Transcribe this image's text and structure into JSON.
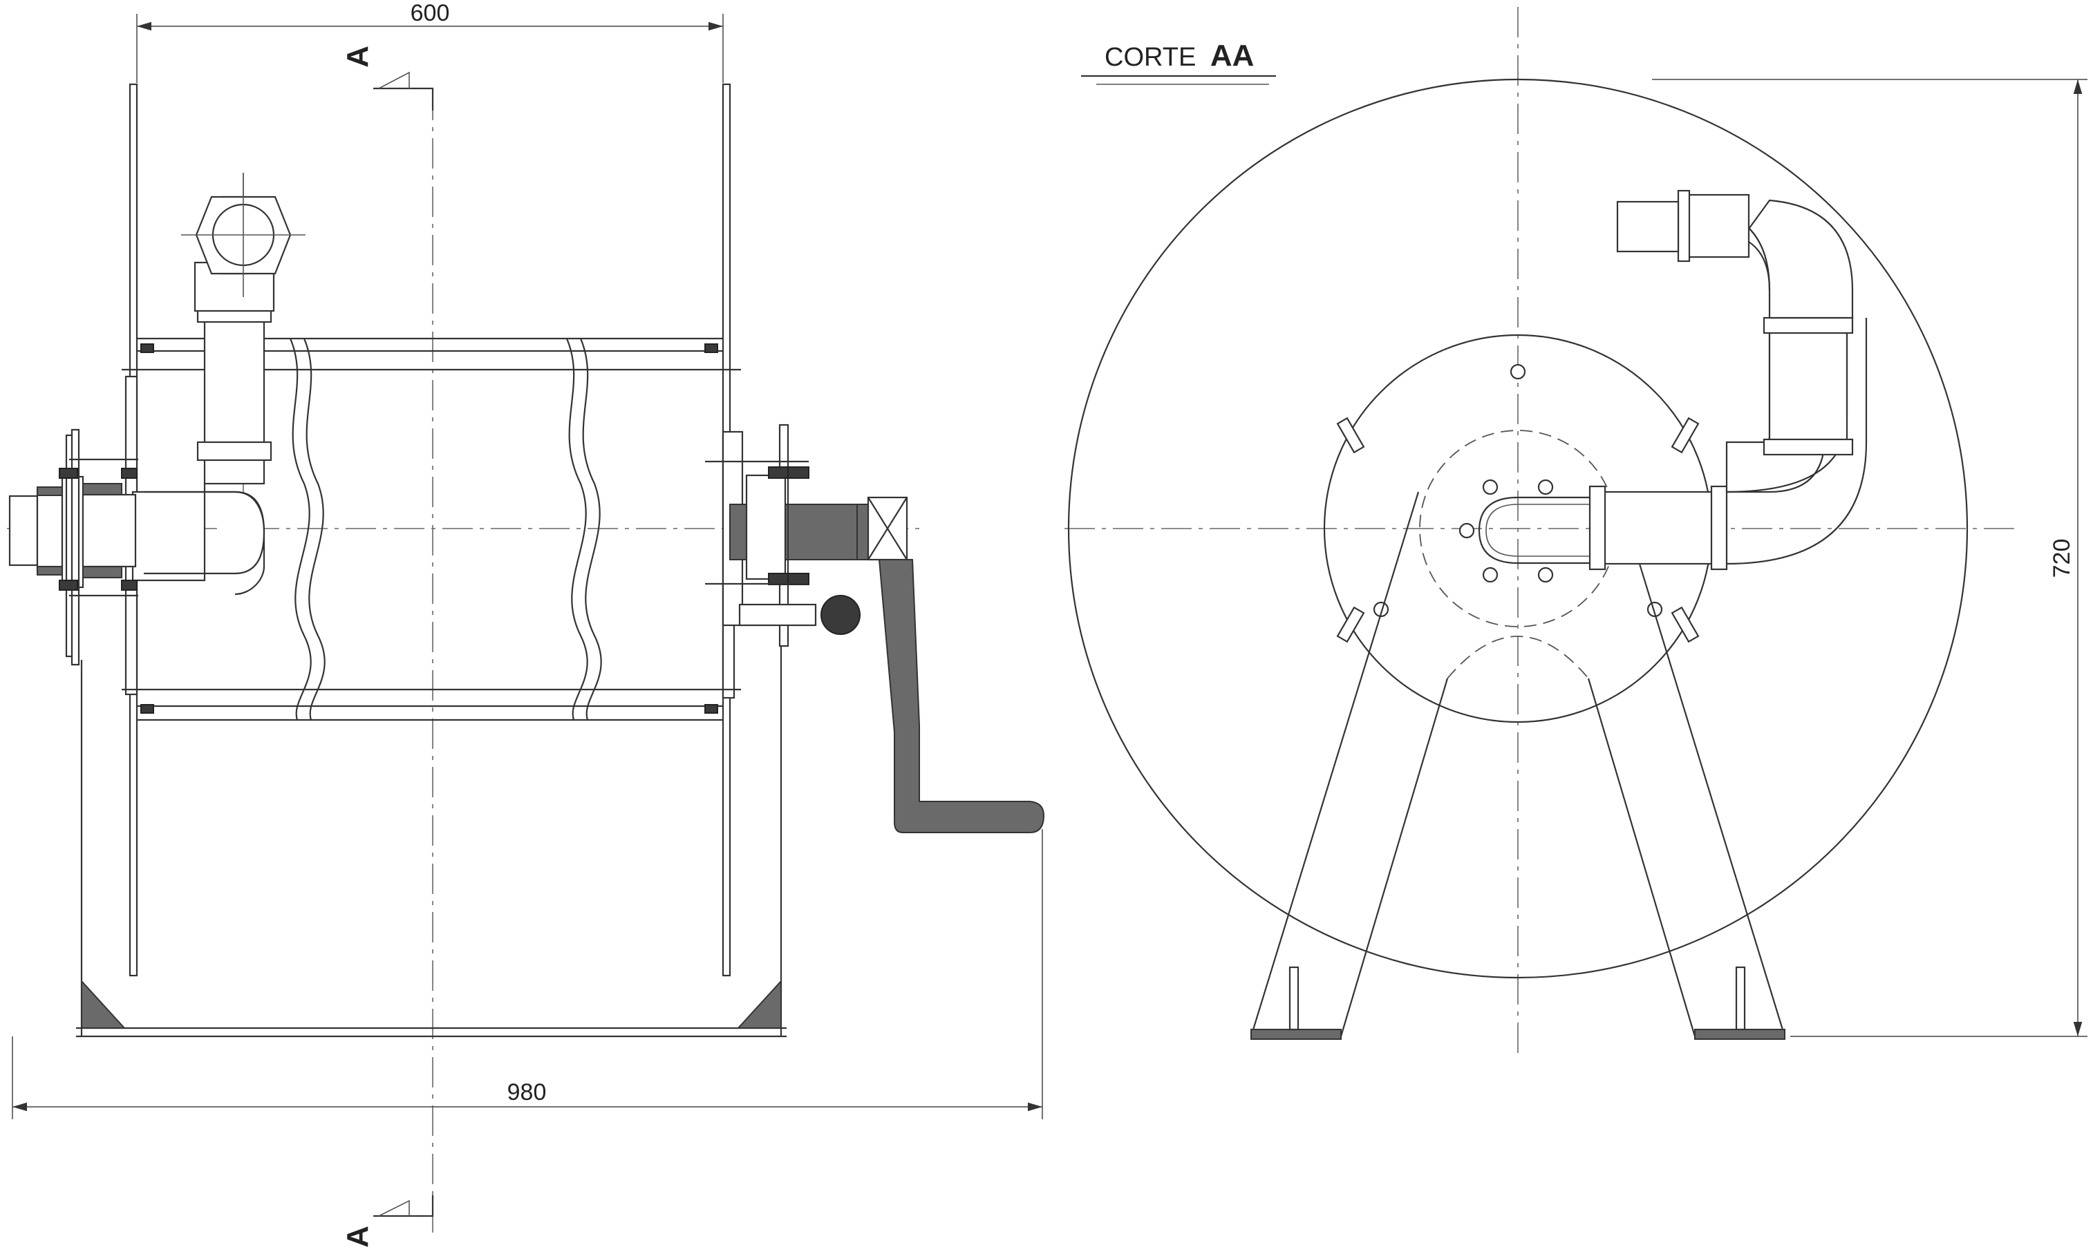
{
  "drawing": {
    "dimensions": {
      "top_width": "600",
      "overall_width": "980",
      "height": "720"
    },
    "section": {
      "label_prefix": "CORTE",
      "label_id": "AA",
      "marker_top": "A",
      "marker_bottom": "A"
    }
  },
  "colors": {
    "line": "#333333",
    "section_fill": "#6a6a6a",
    "background": "#ffffff"
  }
}
